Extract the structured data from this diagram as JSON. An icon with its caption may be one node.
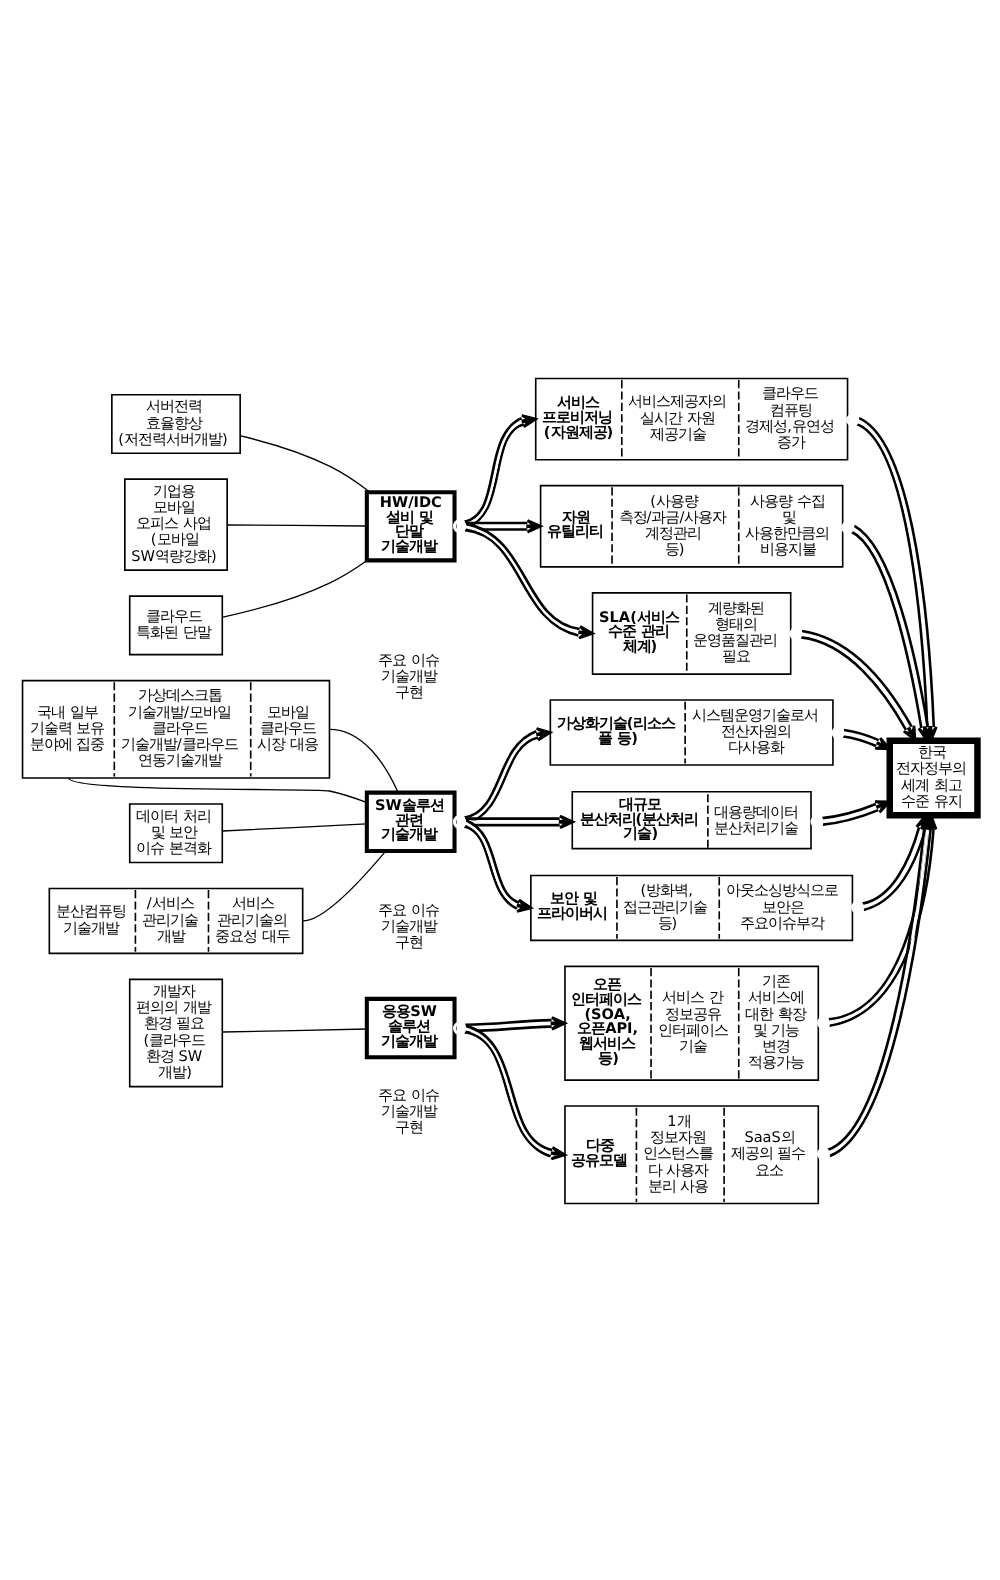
{
  "diagram": {
    "nodes": [
      {
        "text": [
          "서버전력 효율향상 (저전력서버개발)"
        ]
      },
      {
        "text": [
          "기업용 모바일 오피스 사업 (모바일 SW역량강화)"
        ]
      },
      {
        "text": [
          "클라우드 특화된 단말"
        ]
      },
      {
        "text": [
          "HW/IDC 설비 및 단말 기술개발"
        ]
      },
      {
        "text": [
          "국내 일부 기술력 보유 분야에 집중",
          "가상데스크톱 기술개발/모바일 클라우드 기술개발/클라우드 연동기술개발",
          "모바일 클라우드 시장 대응"
        ]
      },
      {
        "text": [
          "SW솔루션 관련 기술개발"
        ]
      },
      {
        "text": [
          "데이터 처리 및 보안 이슈 본격화"
        ]
      },
      {
        "text": [
          "분산컴퓨팅 기술개발",
          "/서비스 관리기술 개발",
          "서비스 관리기술의 중요성 대두"
        ]
      },
      {
        "text": [
          "개발자 편의의 개발 환경 필요 (클라우드 환경 SW 개발)"
        ]
      },
      {
        "text": [
          "응용SW 솔루션 기술개발"
        ]
      },
      {
        "text": [
          "서비스 프로비저닝 (자원제공)",
          "서비스제공자의 실시간 자원 제공기술",
          "클라우드 컴퓨팅 경제성,유연성 증가"
        ]
      },
      {
        "text": [
          "자원 유틸리티",
          "(사용량 측정/과금/사용자 계정관리 등)",
          "사용량 수집 및 사용한만큼의 비용지불"
        ]
      },
      {
        "text": [
          "SLA(서비스 수준 관리 체계)",
          "계량화된 형태의 운영품질관리 필요"
        ]
      },
      {
        "text": [
          "가상화기술(리소스 풀 등)",
          "시스템운영기술로서 전산자원의 다사용화"
        ]
      },
      {
        "text": [
          "대규모 분산처리(분산처리 기술)",
          "대용량데이터 분산처리기술"
        ]
      },
      {
        "text": [
          "보안 및 프라이버시",
          "(방화벽, 접근관리기술 등)",
          "아웃소싱방식으로 보안은 주요이슈부각"
        ]
      },
      {
        "text": [
          "오픈 인터페이스 (SOA, 오픈API, 웹서비스 등)",
          "서비스 간 정보공유 인터페이스 기술",
          "기존 서비스에 대한 확장 및 기능 변경 적용가능"
        ]
      },
      {
        "text": [
          "다중 공유모델",
          "1개 정보자원 인스턴스를 다 사용자 분리 사용",
          "SaaS의 제공의 필수 요소"
        ]
      },
      {
        "text": [
          "한국 전자정부의 세계 최고 수준 유지"
        ]
      }
    ],
    "edges": [
      {
        "from": 0,
        "to": 3,
        "arrow": "none"
      },
      {
        "from": 1,
        "to": 3,
        "arrow": "none"
      },
      {
        "from": 2,
        "to": 3,
        "arrow": "none"
      },
      {
        "from": 4,
        "to": 5,
        "arrow": "none"
      },
      {
        "from": 4,
        "to": 5,
        "arrow": "none"
      },
      {
        "from": 6,
        "to": 5,
        "arrow": "none"
      },
      {
        "from": 7,
        "to": 5,
        "arrow": "none"
      },
      {
        "from": 8,
        "to": 9,
        "arrow": "none"
      },
      {
        "from": 3,
        "to": 10,
        "arrow": "to"
      },
      {
        "from": 3,
        "to": 11,
        "arrow": "to"
      },
      {
        "from": 3,
        "to": 12,
        "arrow": "to"
      },
      {
        "from": 5,
        "to": 13,
        "arrow": "to"
      },
      {
        "from": 5,
        "to": 14,
        "arrow": "to"
      },
      {
        "from": 5,
        "to": 15,
        "arrow": "to"
      },
      {
        "from": 9,
        "to": 16,
        "arrow": "to"
      },
      {
        "from": 9,
        "to": 17,
        "arrow": "to"
      },
      {
        "from": 10,
        "to": 18,
        "arrow": "to"
      },
      {
        "from": 11,
        "to": 18,
        "arrow": "to"
      },
      {
        "from": 12,
        "to": 18,
        "arrow": "to"
      },
      {
        "from": 13,
        "to": 18,
        "arrow": "to"
      },
      {
        "from": 14,
        "to": 18,
        "arrow": "to"
      },
      {
        "from": 15,
        "to": 18,
        "arrow": "to"
      },
      {
        "from": 16,
        "to": 18,
        "arrow": "to"
      },
      {
        "from": 17,
        "to": 18,
        "arrow": "to"
      }
    ],
    "labels": [
      "주요 이슈 기술개발 구현",
      "주요 이슈 기술개발 구현",
      "주요 이슈 기술개발 구현"
    ]
  }
}
